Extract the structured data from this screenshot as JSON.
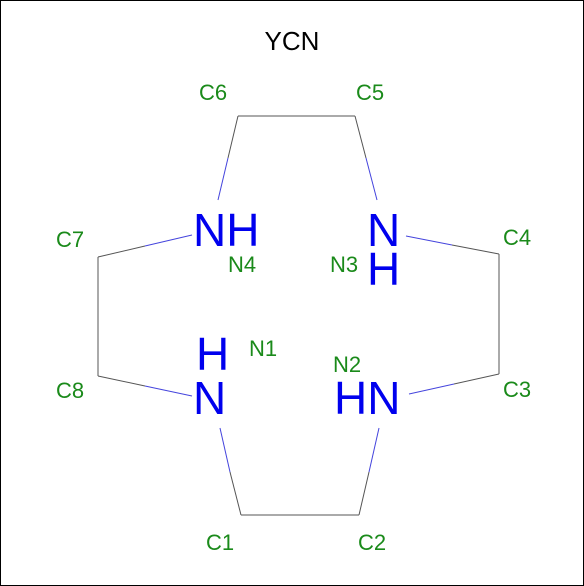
{
  "title": "YCN",
  "colors": {
    "label": "#1a8a1a",
    "nitrogen": "#0000ee",
    "bond_c": "#555555",
    "bond_n": "#4444dd",
    "title": "#000000"
  },
  "glyphs": {
    "n4": "NH",
    "n3_n": "N",
    "n3_h": "H",
    "n1_h": "H",
    "n1_n": "N",
    "n2": "HN"
  },
  "atoms": [
    {
      "id": "C1",
      "label": "C1"
    },
    {
      "id": "C2",
      "label": "C2"
    },
    {
      "id": "C3",
      "label": "C3"
    },
    {
      "id": "C4",
      "label": "C4"
    },
    {
      "id": "C5",
      "label": "C5"
    },
    {
      "id": "C6",
      "label": "C6"
    },
    {
      "id": "C7",
      "label": "C7"
    },
    {
      "id": "C8",
      "label": "C8"
    },
    {
      "id": "N1",
      "label": "N1"
    },
    {
      "id": "N2",
      "label": "N2"
    },
    {
      "id": "N3",
      "label": "N3"
    },
    {
      "id": "N4",
      "label": "N4"
    }
  ]
}
